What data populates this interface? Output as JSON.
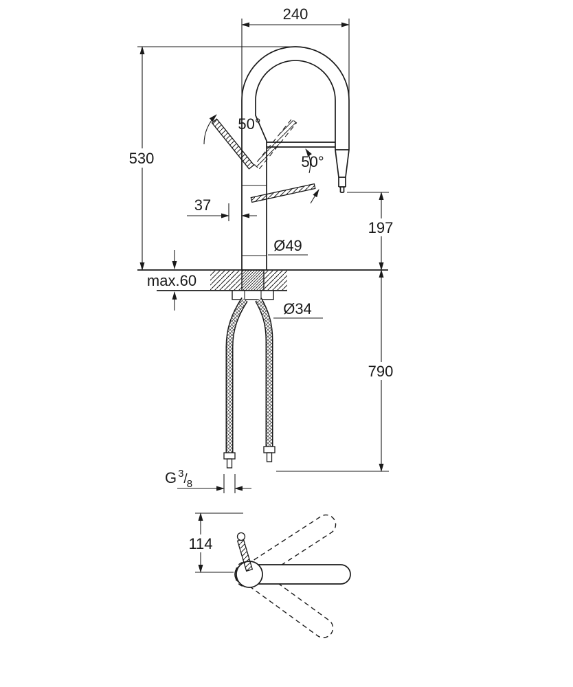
{
  "diagram": {
    "type": "technical-dimension-drawing",
    "subject": "Kitchen faucet with pull-out spray: side elevation with mounting section and plan view of swivel range",
    "units": "mm",
    "labels": {
      "spout_width": "240",
      "total_height": "530",
      "handle_angle_left": "50°",
      "handle_angle_right": "50°",
      "handle_offset": "37",
      "outlet_height": "197",
      "body_diameter": "Ø49",
      "max_counter_thickness": "max.60",
      "hole_diameter": "Ø34",
      "hose_length": "790",
      "thread_g": "G",
      "thread_numerator": "3",
      "thread_slash": "/",
      "thread_denominator": "8",
      "spout_reach": "114"
    },
    "colors": {
      "line": "#1a1a1a",
      "background": "#ffffff"
    }
  }
}
